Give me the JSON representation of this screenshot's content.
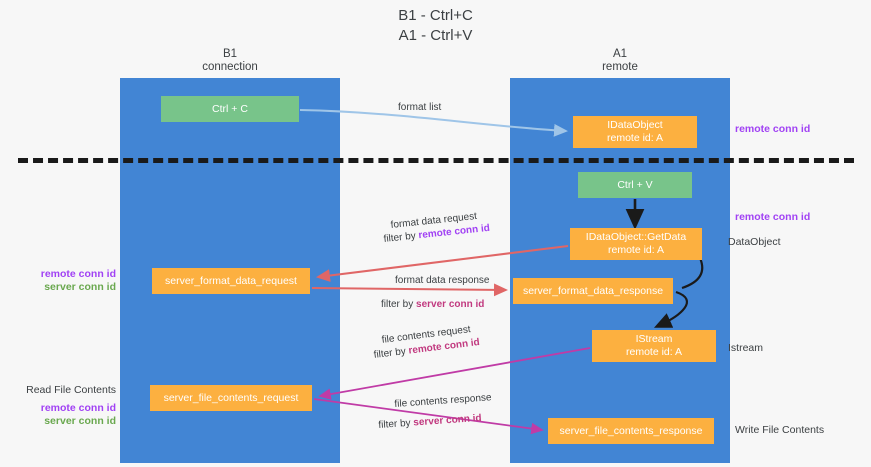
{
  "title": {
    "line1": "B1 - Ctrl+C",
    "line2": "A1 - Ctrl+V"
  },
  "lanes": [
    {
      "id": "b1",
      "name": "B1",
      "subtitle": "connection"
    },
    {
      "id": "a1",
      "name": "A1",
      "subtitle": "remote"
    }
  ],
  "boxes": {
    "ctrl_c": {
      "label": "Ctrl + C",
      "color": "#78c48a"
    },
    "idataobject": {
      "line1": "IDataObject",
      "line2": "remote id: A",
      "color": "#fcb040"
    },
    "ctrl_v": {
      "label": "Ctrl + V",
      "color": "#78c48a"
    },
    "getdata": {
      "line1": "IDataObject::GetData",
      "line2": "remote id: A",
      "color": "#fcb040"
    },
    "server_format_data_request": {
      "label": "server_format_data_request",
      "color": "#fcb040"
    },
    "server_format_data_response": {
      "label": "server_format_data_response",
      "color": "#fcb040"
    },
    "istream": {
      "line1": "IStream",
      "line2": "remote id: A",
      "color": "#fcb040"
    },
    "server_file_contents_request": {
      "label": "server_file_contents_request",
      "color": "#fcb040"
    },
    "server_file_contents_response": {
      "label": "server_file_contents_response",
      "color": "#fcb040"
    }
  },
  "edge_labels": {
    "format_list": "format list",
    "format_data_request": "format data request",
    "format_data_request_filter_prefix": "filter by ",
    "format_data_request_filter_key": "remote conn id",
    "format_data_response": "format data response",
    "format_data_response_filter_prefix": "filter by ",
    "format_data_response_filter_key": "server conn id",
    "file_contents_request": "file contents request",
    "file_contents_request_filter_prefix": "filter by ",
    "file_contents_request_filter_key": "remote conn id",
    "file_contents_response": "file contents response",
    "file_contents_response_filter_prefix": "filter by ",
    "file_contents_response_filter_key": "server conn id"
  },
  "annotations": {
    "right_remote_conn_id_top": "remote conn id",
    "right_remote_conn_id_mid": "remote conn id",
    "right_dataobject": "DataObject",
    "right_istream": "Istream",
    "right_write_file_contents": "Write File Contents",
    "left_remote_conn_id_mid": "remote conn id",
    "left_server_conn_id_mid": "server conn id",
    "left_read_file_contents": "Read File Contents",
    "left_remote_conn_id_low": "remote conn id",
    "left_server_conn_id_low": "server conn id"
  },
  "colors": {
    "lane": "#4285d4",
    "green_box": "#78c48a",
    "orange_box": "#fcb040",
    "remote_conn_id": "#a142f4",
    "server_conn_id_green": "#6aa84f",
    "server_conn_id_magenta": "#c1397f",
    "arrow_blue": "#9fc5e8",
    "arrow_red": "#e06666",
    "arrow_magenta": "#c03ba6",
    "arrow_black": "#1a1a1a",
    "background": "#f7f7f7"
  }
}
